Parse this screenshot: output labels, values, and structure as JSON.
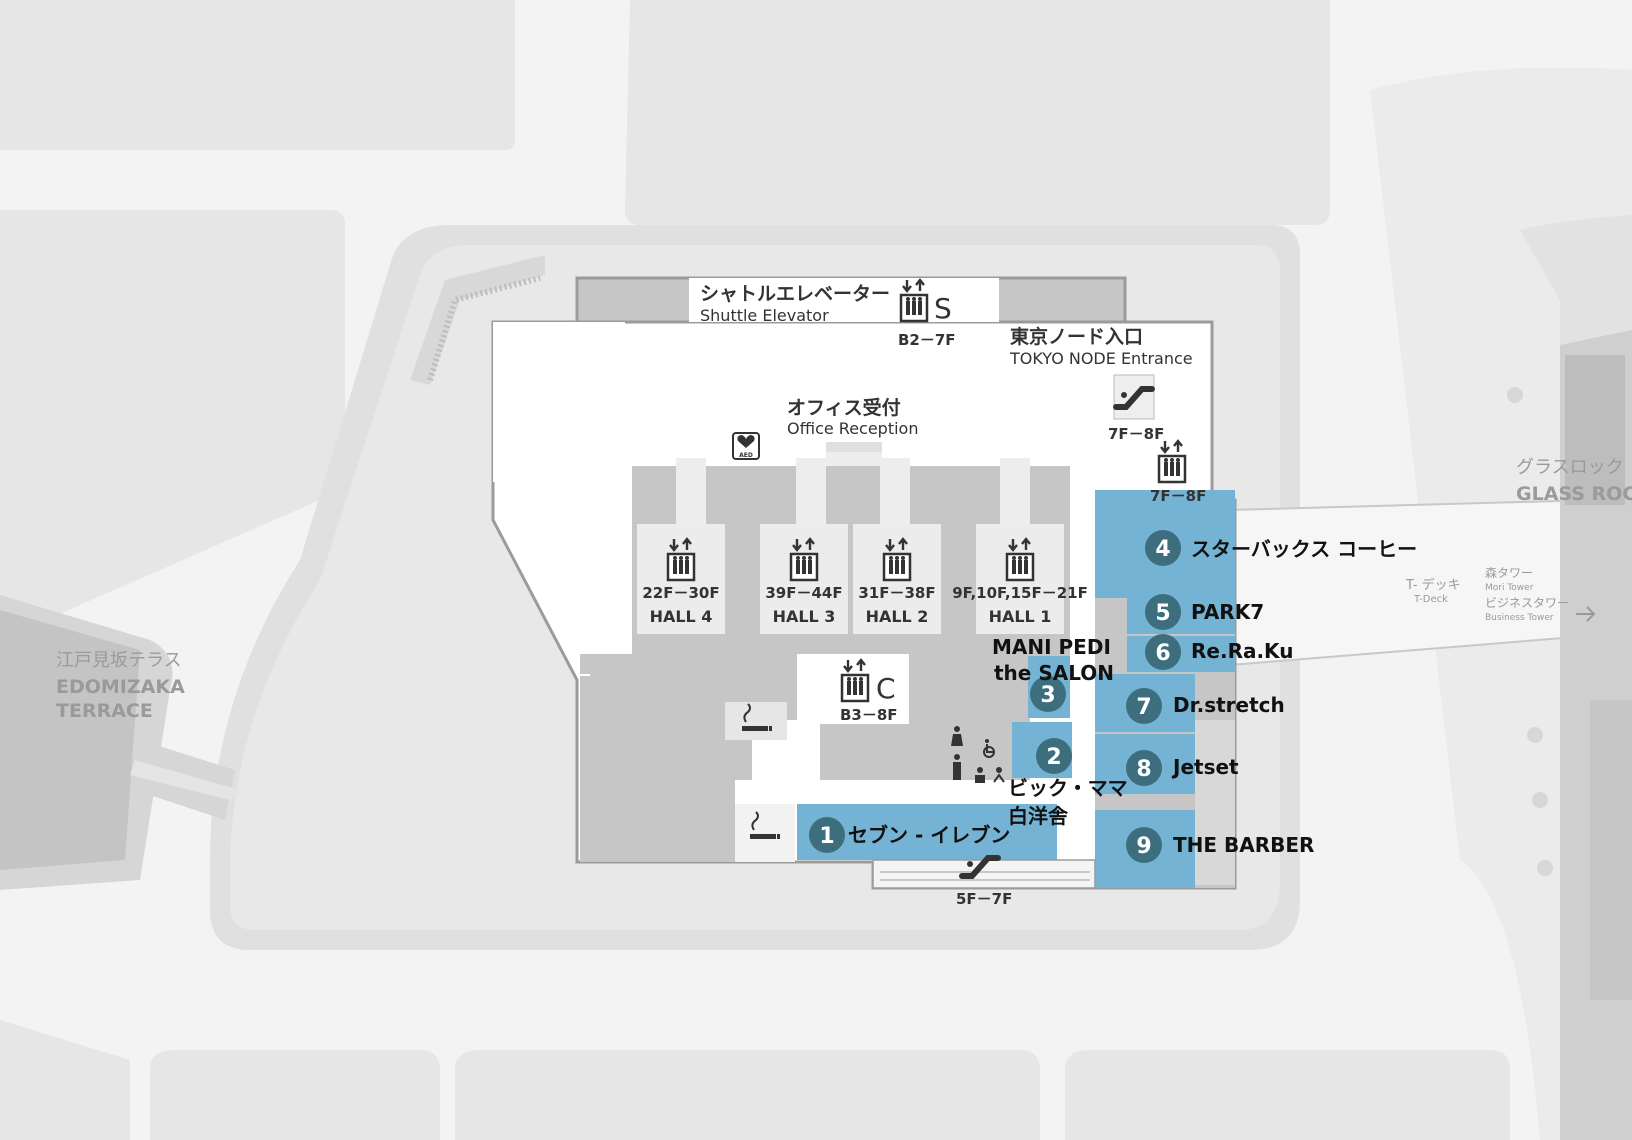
{
  "external": {
    "edomizaka_jp": "江戸見坂テラス",
    "edomizaka_en_1": "EDOMIZAKA",
    "edomizaka_en_2": "TERRACE",
    "glassrock_jp": "グラスロック",
    "glassrock_en": "GLASS ROCK",
    "tdeck_jp": "T- デッキ",
    "tdeck_en": "T-Deck",
    "moritower_jp": "森タワー",
    "moritower_en": "Mori Tower",
    "bizTower_jp": "ビジネスタワー",
    "bizTower_en": "Business Tower"
  },
  "labels": {
    "shuttle_jp": "シャトルエレベーター",
    "shuttle_en": "Shuttle Elevator",
    "shuttle_letter": "S",
    "shuttle_floors": "B2－7F",
    "office_jp": "オフィス受付",
    "office_en": "Office Reception",
    "tokyonode_jp": "東京ノード入口",
    "tokyonode_en": "TOKYO NODE Entrance",
    "esc_top_floors": "7F－8F",
    "elev_right_floors": "7F－8F",
    "elev_c_letter": "C",
    "elev_c_floors": "B3－8F",
    "esc_bottom_floors": "5F－7F",
    "aed": "AED"
  },
  "halls": [
    {
      "floors": "22F－30F",
      "name": "HALL 4"
    },
    {
      "floors": "39F－44F",
      "name": "HALL 3"
    },
    {
      "floors": "31F－38F",
      "name": "HALL 2"
    },
    {
      "floors": "9F,10F,15F－21F",
      "name": "HALL 1"
    }
  ],
  "shops": [
    {
      "num": "1",
      "name": "セブン - イレブン"
    },
    {
      "num": "2",
      "name_1": "ビック・ママ",
      "name_2": "白洋舎"
    },
    {
      "num": "3",
      "name_1": "MANI PEDI",
      "name_2": "the SALON"
    },
    {
      "num": "4",
      "name": "スターバックス コーヒー"
    },
    {
      "num": "5",
      "name": "PARK7"
    },
    {
      "num": "6",
      "name": "Re.Ra.Ku"
    },
    {
      "num": "7",
      "name": "Dr.stretch"
    },
    {
      "num": "8",
      "name": "Jetset"
    },
    {
      "num": "9",
      "name": "THE BARBER"
    }
  ],
  "colors": {
    "shop_fill": "#74b3d3",
    "shop_badge": "#3d6e7e",
    "building_gray": "#c6c6c6",
    "floor_white": "#ffffff",
    "outline": "#9b9b9b"
  }
}
